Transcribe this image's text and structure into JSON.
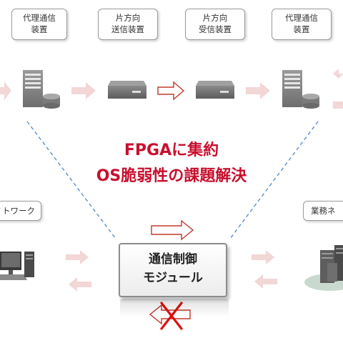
{
  "top_labels": [
    {
      "line1": "代理通信",
      "line2": "装置"
    },
    {
      "line1": "片方向",
      "line2": "送信装置"
    },
    {
      "line1": "片方向",
      "line2": "受信装置"
    },
    {
      "line1": "代理通信",
      "line2": "装置"
    }
  ],
  "headline": {
    "line1": "FPGAに集約",
    "line2": "OS脆弱性の課題解決"
  },
  "left_network_label": "トワーク",
  "right_network_label": "業務ネ",
  "module": {
    "line1": "通信制御",
    "line2": "モジュール"
  },
  "icons": {
    "proxy_left": "server-with-database-icon",
    "sender": "network-appliance-icon",
    "receiver": "network-appliance-icon",
    "proxy_right": "server-with-database-icon",
    "left_network": "desktop-pc-icon",
    "right_network": "server-cluster-icon",
    "blocked": "red-x-icon"
  },
  "colors": {
    "headline": "#c8102e",
    "arrow_fill": "#f3d6d6",
    "arrow_outline": "#c0392b",
    "dashed_line": "#5a8fc8",
    "block_x": "#e01010"
  }
}
